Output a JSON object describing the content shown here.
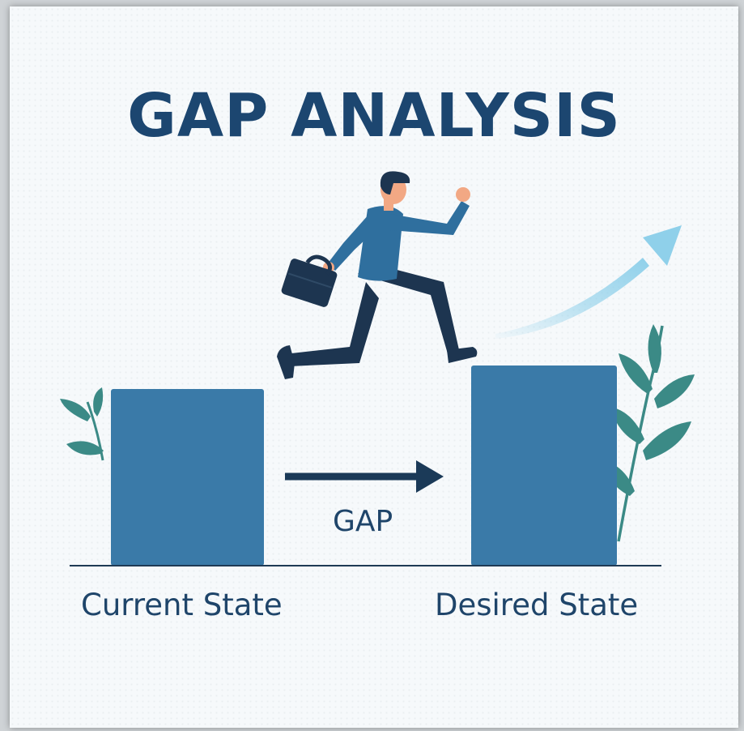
{
  "title": "GAP ANALYSIS",
  "states": {
    "current_label": "Current State",
    "desired_label": "Desired State"
  },
  "gap_label": "GAP",
  "colors": {
    "title": "#1c4670",
    "block": "#3a7aa8",
    "arrow": "#1b3a58",
    "leaf": "#3b8a86",
    "growth_arrow": "#8fd0ea",
    "shirt": "#2f6f9e",
    "pants": "#1d3550",
    "skin": "#f2a884"
  }
}
